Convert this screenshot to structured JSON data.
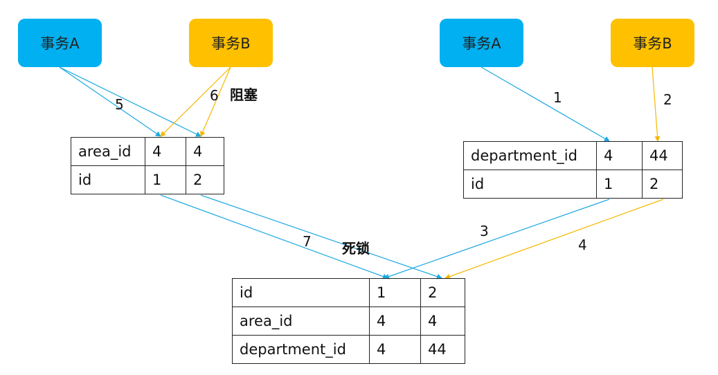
{
  "nodes": {
    "left_a": "事务A",
    "left_b": "事务B",
    "right_a": "事务A",
    "right_b": "事务B"
  },
  "left_table": {
    "rows": [
      {
        "key": "area_id",
        "v1": "4",
        "v2": "4"
      },
      {
        "key": "id",
        "v1": "1",
        "v2": "2"
      }
    ]
  },
  "right_table": {
    "rows": [
      {
        "key": "department_id",
        "v1": "4",
        "v2": "44"
      },
      {
        "key": "id",
        "v1": "1",
        "v2": "2"
      }
    ]
  },
  "bottom_table": {
    "rows": [
      {
        "key": "id",
        "v1": "1",
        "v2": "2"
      },
      {
        "key": "area_id",
        "v1": "4",
        "v2": "4"
      },
      {
        "key": "department_id",
        "v1": "4",
        "v2": "44"
      }
    ]
  },
  "labels": {
    "step5": "5",
    "step6": "6",
    "blocked": "阻塞",
    "step1": "1",
    "step2": "2",
    "step7": "7",
    "deadlock": "死锁",
    "step3": "3",
    "step4": "4"
  },
  "colors": {
    "blue": "#00b0f0",
    "gold": "#ffc000",
    "line_blue": "#1ba8e0",
    "line_gold": "#f5b800"
  }
}
